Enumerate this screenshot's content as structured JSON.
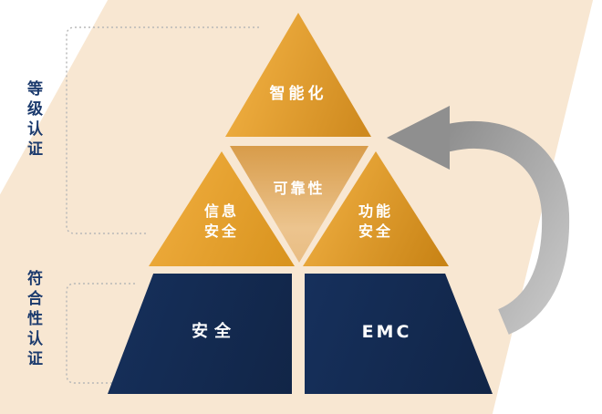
{
  "diagram": {
    "side_labels": {
      "top": "等级认证",
      "bottom": "符合性认证"
    },
    "pyramid": {
      "top_triangle": "智能化",
      "center_triangle": "可靠性",
      "left_triangle_line1": "信息",
      "left_triangle_line2": "安全",
      "right_triangle_line1": "功能",
      "right_triangle_line2": "安全",
      "bottom_left_trapezoid": "安全",
      "bottom_right_trapezoid": "EMC"
    },
    "colors": {
      "background_band": "#f8e7d2",
      "orange": "#eeab3c",
      "orange_dark": "#cf8a1f",
      "tan_center": "#e9bd83",
      "navy": "#13284e",
      "side_label_blue": "#1b3a6d",
      "arrow_gray": "#9a9a9a",
      "dotted_line_gray": "#b8b8b8"
    }
  }
}
